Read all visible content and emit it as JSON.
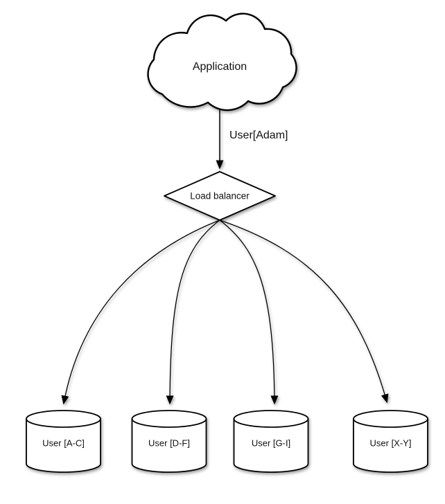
{
  "diagram": {
    "background_color": "#ffffff",
    "stroke_color": "#000000",
    "shape_fill_color": "#ffffff",
    "text_color": "#111111",
    "nodes": {
      "application": {
        "shape": "cloud",
        "label": "Application"
      },
      "load_balancer": {
        "shape": "diamond",
        "label": "Load balancer"
      },
      "databases": [
        {
          "shape": "cylinder",
          "label": "User [A-C]"
        },
        {
          "shape": "cylinder",
          "label": "User [D-F]"
        },
        {
          "shape": "cylinder",
          "label": "User [G-I]"
        },
        {
          "shape": "cylinder",
          "label": "User [X-Y]"
        }
      ]
    },
    "edges": [
      {
        "from": "application",
        "to": "load_balancer",
        "label": "User[Adam]"
      },
      {
        "from": "load_balancer",
        "to": "databases.0",
        "label": ""
      },
      {
        "from": "load_balancer",
        "to": "databases.1",
        "label": ""
      },
      {
        "from": "load_balancer",
        "to": "databases.2",
        "label": ""
      },
      {
        "from": "load_balancer",
        "to": "databases.3",
        "label": ""
      }
    ]
  }
}
